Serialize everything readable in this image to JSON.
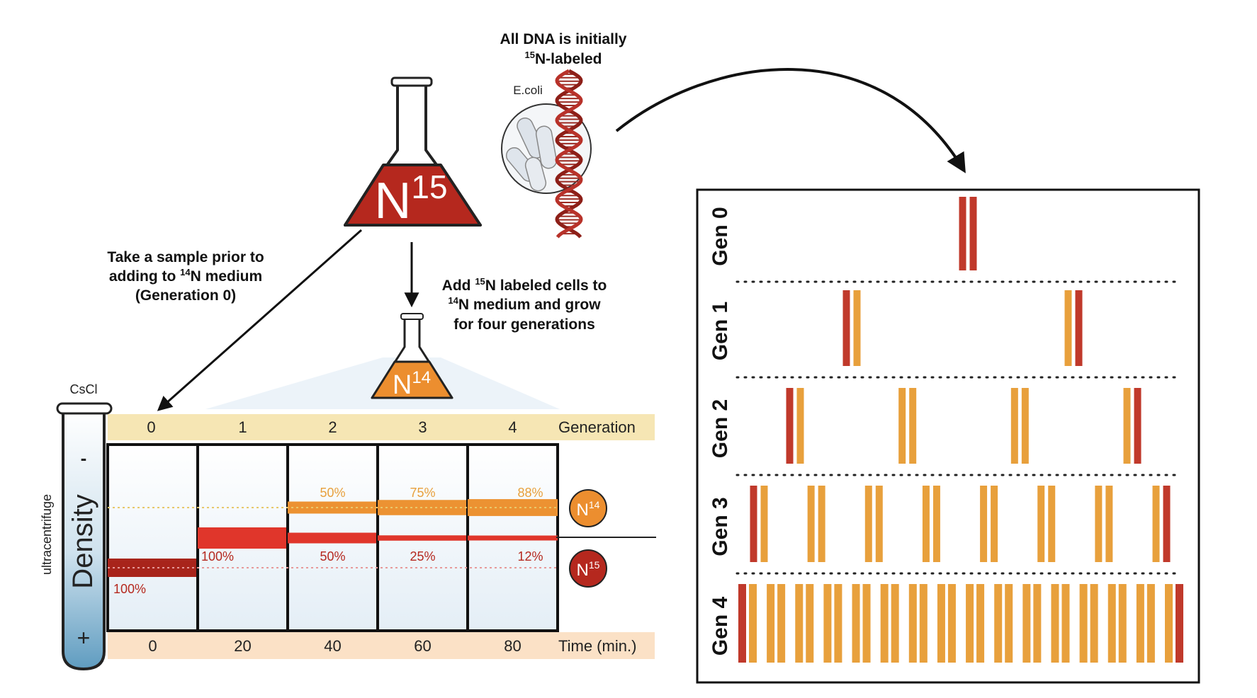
{
  "colors": {
    "heavy": "#c0392b",
    "light": "#e8a03c",
    "tab_fill": "#f6e6b4",
    "time_fill": "#fbe1c6",
    "tube_fill": "#6ea7c7",
    "bg_tint": "#e9f1f8"
  },
  "top_note": {
    "line1": "All DNA is initially",
    "line2_super": "15",
    "line2_rest": "N-labeled"
  },
  "ecoli_label": "E.coli",
  "flask_large": {
    "letter": "N",
    "super": "15"
  },
  "flask_small": {
    "letter": "N",
    "super": "14"
  },
  "left_note": {
    "line1": "Take a sample prior to",
    "line2_pre": "adding to ",
    "line2_super": "14",
    "line2_post": "N medium",
    "line3": "(Generation 0)"
  },
  "center_note": {
    "line1_pre": "Add ",
    "line1_super": "15",
    "line1_post": "N labeled cells to",
    "line2_super": "14",
    "line2_post": "N medium and grow",
    "line3": "for four generations"
  },
  "tube": {
    "label": "CsCl",
    "axis_label": "Density",
    "side_label": "ultracentrifuge",
    "minus": "-",
    "plus": "+"
  },
  "generation_header": {
    "label": "Generation",
    "values": [
      "0",
      "1",
      "2",
      "3",
      "4"
    ]
  },
  "time_footer": {
    "label": "Time (min.)",
    "values": [
      "0",
      "20",
      "40",
      "60",
      "80"
    ]
  },
  "gradient_lanes": [
    {
      "generation": 0,
      "heavy_pct": "100%",
      "light_pct": "",
      "hybrid_frac": 0
    },
    {
      "generation": 1,
      "heavy_pct": "100%",
      "light_pct": "",
      "hybrid_frac": 1
    },
    {
      "generation": 2,
      "heavy_pct": "50%",
      "light_pct": "50%",
      "hybrid_frac": 0.5
    },
    {
      "generation": 3,
      "heavy_pct": "25%",
      "light_pct": "75%",
      "hybrid_frac": 0.25
    },
    {
      "generation": 4,
      "heavy_pct": "12%",
      "light_pct": "88%",
      "hybrid_frac": 0.12
    }
  ],
  "legend": {
    "n14": {
      "letter": "N",
      "super": "14"
    },
    "n15": {
      "letter": "N",
      "super": "15"
    }
  },
  "generation_panel": {
    "rows": [
      {
        "label": "Gen 0",
        "strand_pairs": [
          [
            "H",
            "H"
          ]
        ]
      },
      {
        "label": "Gen 1",
        "strand_pairs": [
          [
            "H",
            "L"
          ],
          [
            "L",
            "H"
          ]
        ]
      },
      {
        "label": "Gen 2",
        "strand_pairs": [
          [
            "H",
            "L"
          ],
          [
            "L",
            "L"
          ],
          [
            "L",
            "L"
          ],
          [
            "L",
            "H"
          ]
        ]
      },
      {
        "label": "Gen 3",
        "strand_pairs": [
          [
            "H",
            "L"
          ],
          [
            "L",
            "L"
          ],
          [
            "L",
            "L"
          ],
          [
            "L",
            "L"
          ],
          [
            "L",
            "L"
          ],
          [
            "L",
            "L"
          ],
          [
            "L",
            "L"
          ],
          [
            "L",
            "H"
          ]
        ]
      },
      {
        "label": "Gen 4",
        "strand_pairs": [
          [
            "H",
            "L"
          ],
          [
            "L",
            "L"
          ],
          [
            "L",
            "L"
          ],
          [
            "L",
            "L"
          ],
          [
            "L",
            "L"
          ],
          [
            "L",
            "L"
          ],
          [
            "L",
            "L"
          ],
          [
            "L",
            "L"
          ],
          [
            "L",
            "L"
          ],
          [
            "L",
            "L"
          ],
          [
            "L",
            "L"
          ],
          [
            "L",
            "L"
          ],
          [
            "L",
            "L"
          ],
          [
            "L",
            "L"
          ],
          [
            "L",
            "L"
          ],
          [
            "L",
            "H"
          ]
        ]
      }
    ]
  }
}
